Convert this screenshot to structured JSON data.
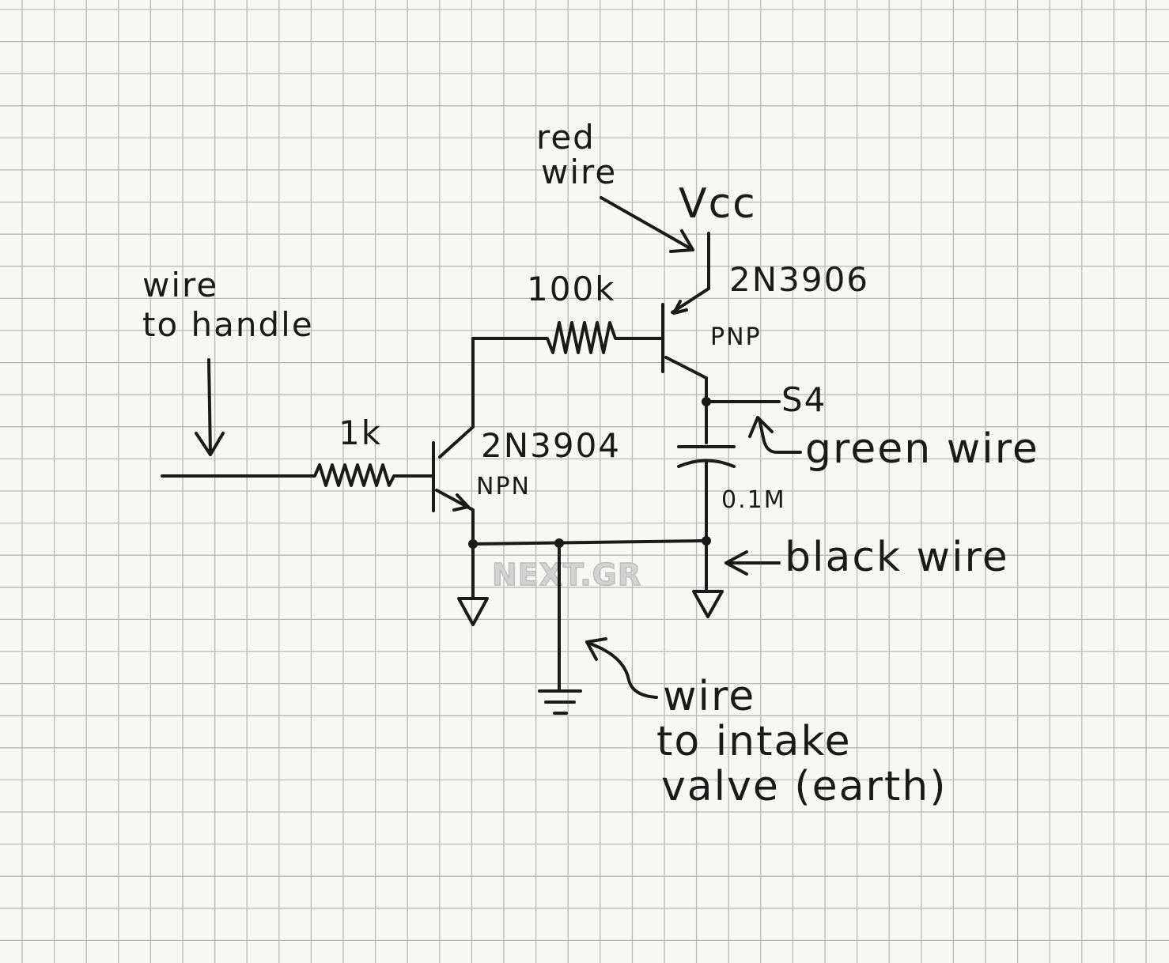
{
  "labels": {
    "vcc": "Vcc",
    "red_wire_line1": "red",
    "red_wire_line2": "wire",
    "pnp_part": "2N3906",
    "pnp_type": "PNP",
    "r_base_pnp": "100k",
    "wire_handle_line1": "wire",
    "wire_handle_line2": "to handle",
    "r_base_npn": "1k",
    "npn_part": "2N3904",
    "npn_type": "NPN",
    "s4": "S4",
    "green_wire": "green wire",
    "cap_value": "0.1M",
    "black_wire": "black wire",
    "intake_line1": "wire",
    "intake_line2": "to intake",
    "intake_line3": "valve (earth)",
    "watermark": "NEXT.GR"
  }
}
